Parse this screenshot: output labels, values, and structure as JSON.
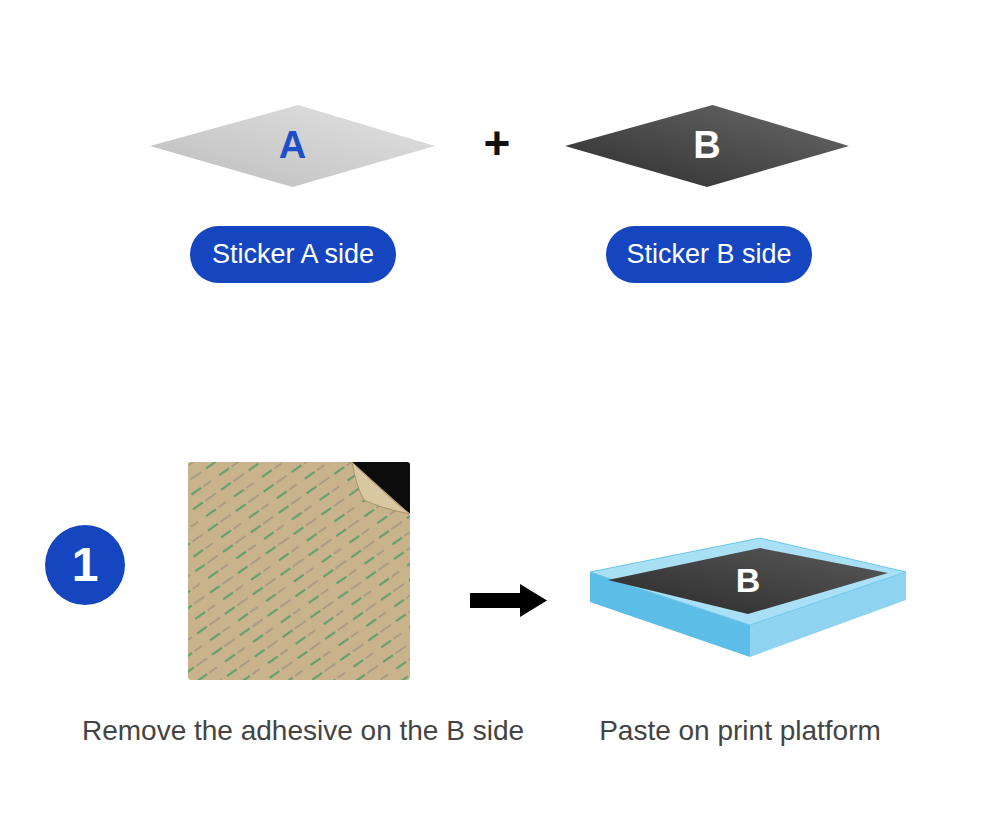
{
  "diagram": {
    "nodes": [
      {
        "text": [
          "A"
        ]
      },
      {
        "text": [
          "B"
        ]
      },
      {
        "text": [
          "Sticker A side"
        ]
      },
      {
        "text": [
          "Sticker B side"
        ]
      },
      {
        "text": [
          "1"
        ]
      },
      {
        "text": [
          "B"
        ]
      }
    ],
    "labels": [
      "+",
      "Remove the adhesive on the B side",
      "Paste on print platform"
    ]
  }
}
